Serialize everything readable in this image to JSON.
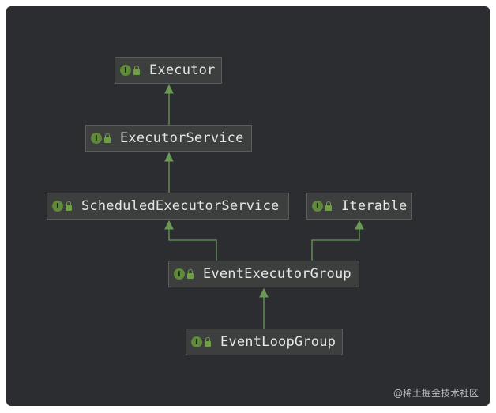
{
  "diagram": {
    "nodes": [
      {
        "id": "executor",
        "label": "Executor",
        "badge": "I"
      },
      {
        "id": "executor-service",
        "label": "ExecutorService",
        "badge": "I"
      },
      {
        "id": "scheduled-executor-service",
        "label": "ScheduledExecutorService",
        "badge": "I"
      },
      {
        "id": "iterable",
        "label": "Iterable",
        "badge": "I"
      },
      {
        "id": "event-executor-group",
        "label": "EventExecutorGroup",
        "badge": "I"
      },
      {
        "id": "event-loop-group",
        "label": "EventLoopGroup",
        "badge": "I"
      }
    ],
    "edges": [
      {
        "from": "executor-service",
        "to": "executor"
      },
      {
        "from": "scheduled-executor-service",
        "to": "executor-service"
      },
      {
        "from": "event-executor-group",
        "to": "scheduled-executor-service"
      },
      {
        "from": "event-executor-group",
        "to": "iterable"
      },
      {
        "from": "event-loop-group",
        "to": "event-executor-group"
      }
    ],
    "colors": {
      "background": "#2b2d30",
      "node_fill": "#3d3f3e",
      "edge": "#6a9955",
      "interface_badge": "#5f8a3a"
    },
    "icons": {
      "badge": "interface-badge-icon",
      "access": "lock-icon"
    }
  },
  "watermark": "@稀土掘金技术社区"
}
